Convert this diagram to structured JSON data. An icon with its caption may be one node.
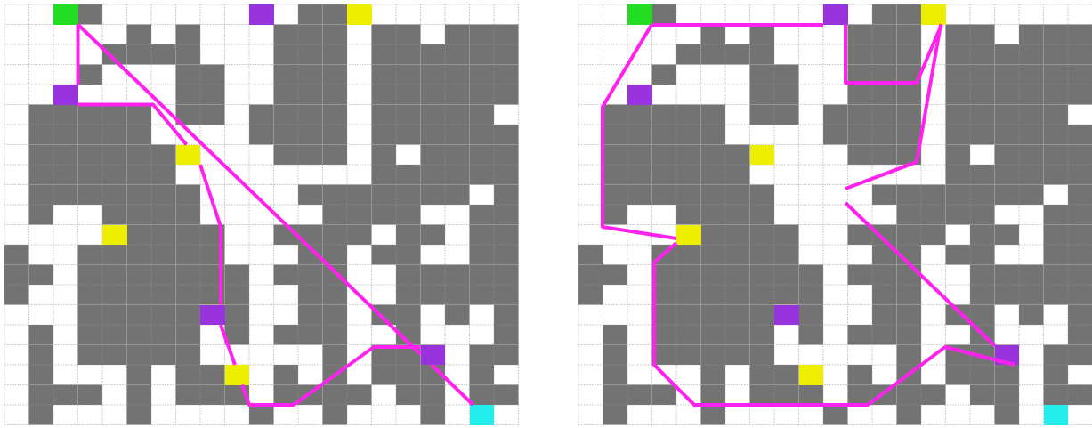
{
  "diagram": {
    "nodes": [
      {
        "text": [],
        "shape": "box"
      },
      {
        "text": [],
        "shape": "box"
      },
      {
        "text": [],
        "shape": "box"
      },
      {
        "text": [],
        "shape": "box"
      },
      {
        "text": [],
        "shape": "box"
      },
      {
        "text": [],
        "shape": "box"
      },
      {
        "text": [],
        "shape": "box"
      },
      {
        "text": [],
        "shape": "box"
      },
      {
        "text": [],
        "shape": "box"
      },
      {
        "text": [],
        "shape": "box"
      },
      {
        "text": [],
        "shape": "box"
      },
      {
        "text": [],
        "shape": "box"
      },
      {
        "text": [],
        "shape": "box"
      },
      {
        "text": [],
        "shape": "box"
      },
      {
        "text": [],
        "shape": "box"
      },
      {
        "text": [],
        "shape": "box"
      },
      {
        "text": [],
        "shape": "box"
      },
      {
        "text": [],
        "shape": "box"
      },
      {
        "text": [],
        "shape": "box"
      },
      {
        "text": [],
        "shape": "box"
      }
    ],
    "edges": [
      {
        "from": 0,
        "to": 3,
        "arrow": "none"
      },
      {
        "from": 3,
        "to": 4,
        "arrow": "none"
      },
      {
        "from": 4,
        "to": 6,
        "arrow": "none"
      },
      {
        "from": 6,
        "to": 8,
        "arrow": "none"
      },
      {
        "from": 8,
        "to": 7,
        "arrow": "none"
      },
      {
        "from": 0,
        "to": 7,
        "arrow": "none"
      },
      {
        "from": 7,
        "to": 9,
        "arrow": "none"
      },
      {
        "from": 10,
        "to": 11,
        "arrow": "none"
      },
      {
        "from": 11,
        "to": 12,
        "arrow": "none"
      },
      {
        "from": 12,
        "to": null,
        "arrow": "none"
      },
      {
        "from": null,
        "to": 17,
        "arrow": "none"
      },
      {
        "from": 17,
        "to": 15,
        "arrow": "none"
      },
      {
        "from": 15,
        "to": 10,
        "arrow": "none"
      }
    ]
  }
}
